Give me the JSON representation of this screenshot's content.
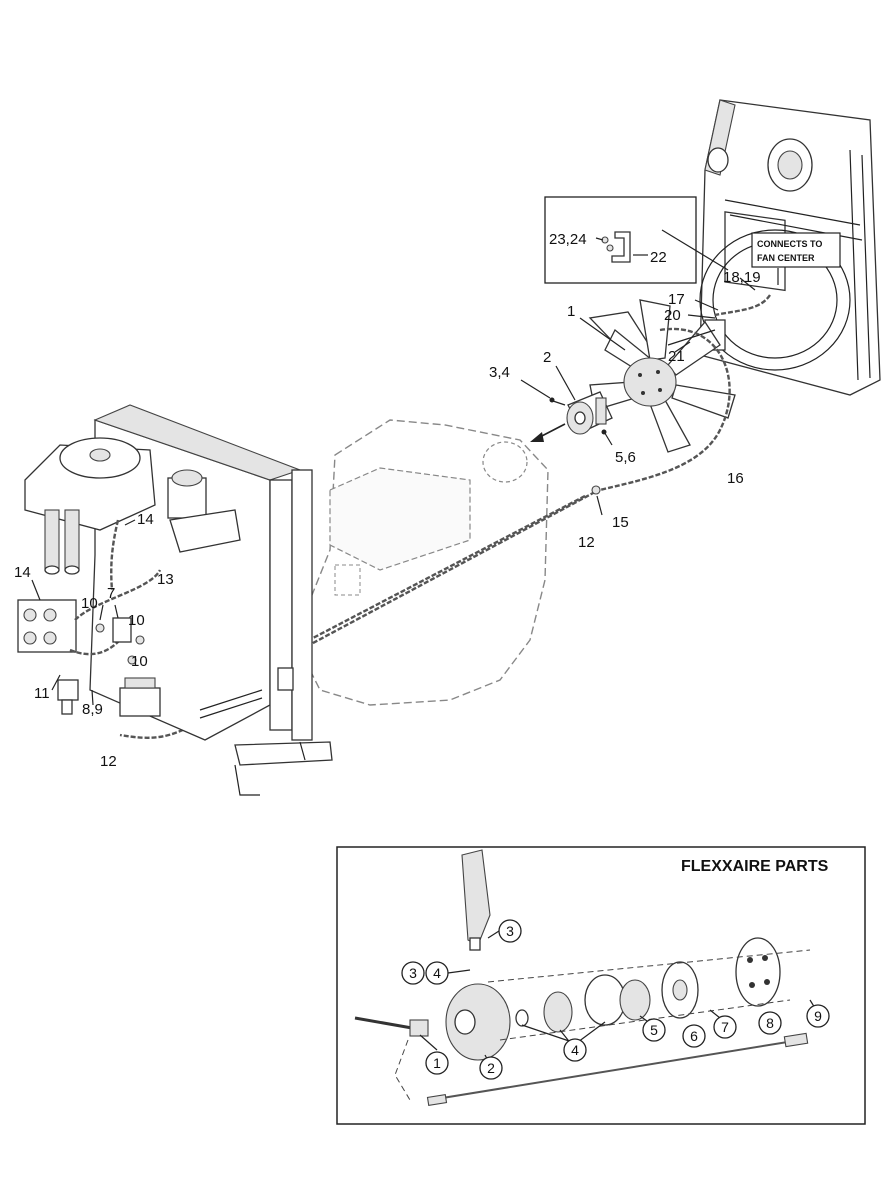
{
  "callouts": {
    "c1": "1",
    "c2": "2",
    "c34": "3,4",
    "c56": "5,6",
    "c16": "16",
    "c15": "15",
    "c12a": "12",
    "c12b": "12",
    "c2324": "23,24",
    "c22": "22",
    "c1819": "18,19",
    "c17": "17",
    "c20": "20",
    "c21": "21",
    "c14a": "14",
    "c14b": "14",
    "c13": "13",
    "c7": "7",
    "c10a": "10",
    "c10b": "10",
    "c10c": "10",
    "c11": "11",
    "c89": "8,9"
  },
  "note": {
    "line1": "CONNECTS TO",
    "line2": "FAN CENTER"
  },
  "panel": {
    "title": "FLEXXAIRE PARTS",
    "circled": [
      "1",
      "2",
      "3",
      "3",
      "4",
      "4",
      "5",
      "6",
      "7",
      "8",
      "9"
    ]
  }
}
